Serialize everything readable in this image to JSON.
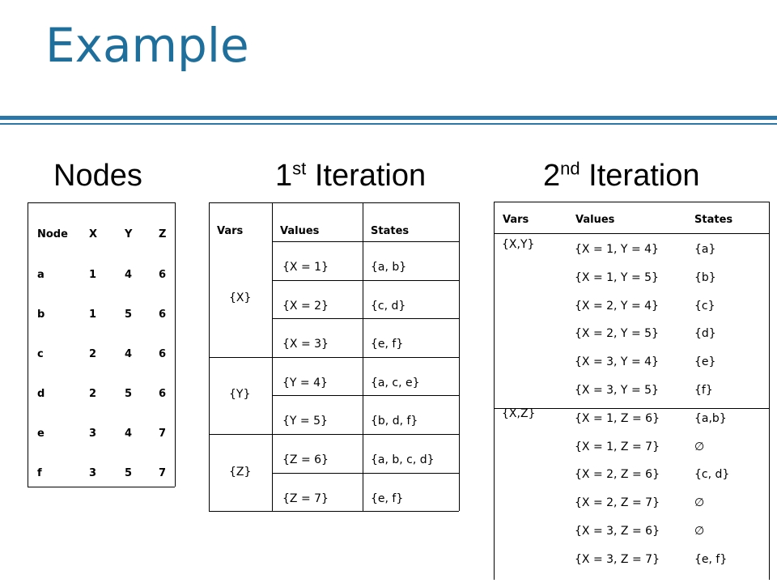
{
  "title": "Example",
  "headings": {
    "nodes": "Nodes",
    "iter1_base": "1",
    "iter1_sup": "st",
    "iter1_rest": " Iteration",
    "iter2_base": "2",
    "iter2_sup": "nd",
    "iter2_rest": " Iteration"
  },
  "nodes_table": {
    "headers": [
      "Node",
      "X",
      "Y",
      "Z"
    ],
    "rows": [
      [
        "a",
        "1",
        "4",
        "6"
      ],
      [
        "b",
        "1",
        "5",
        "6"
      ],
      [
        "c",
        "2",
        "4",
        "6"
      ],
      [
        "d",
        "2",
        "5",
        "6"
      ],
      [
        "e",
        "3",
        "4",
        "7"
      ],
      [
        "f",
        "3",
        "5",
        "7"
      ]
    ]
  },
  "iter1_table": {
    "headers": [
      "Vars",
      "Values",
      "States"
    ],
    "groups": [
      {
        "vars": "{X}",
        "rows": [
          [
            "{X = 1}",
            "{a, b}"
          ],
          [
            "{X = 2}",
            "{c, d}"
          ],
          [
            "{X = 3}",
            "{e, f}"
          ]
        ]
      },
      {
        "vars": "{Y}",
        "rows": [
          [
            "{Y = 4}",
            "{a, c, e}"
          ],
          [
            "{Y = 5}",
            "{b, d, f}"
          ]
        ]
      },
      {
        "vars": "{Z}",
        "rows": [
          [
            "{Z = 6}",
            "{a, b, c, d}"
          ],
          [
            "{Z = 7}",
            "{e, f}"
          ]
        ]
      }
    ]
  },
  "iter2_table": {
    "headers": [
      "Vars",
      "Values",
      "States"
    ],
    "groups": [
      {
        "vars": "{X,Y}",
        "rows": [
          [
            "{X = 1, Y = 4}",
            "{a}"
          ],
          [
            "{X = 1, Y = 5}",
            "{b}"
          ],
          [
            "{X = 2, Y = 4}",
            "{c}"
          ],
          [
            "{X = 2, Y = 5}",
            "{d}"
          ],
          [
            "{X = 3, Y = 4}",
            "{e}"
          ],
          [
            "{X = 3, Y = 5}",
            "{f}"
          ]
        ]
      },
      {
        "vars": "{X,Z}",
        "rows": [
          [
            "{X = 1, Z = 6}",
            "{a,b}"
          ],
          [
            "{X = 1, Z = 7}",
            "∅"
          ],
          [
            "{X = 2, Z = 6}",
            "{c, d}"
          ],
          [
            "{X = 2, Z = 7}",
            "∅"
          ],
          [
            "{X = 3, Z = 6}",
            "∅"
          ],
          [
            "{X = 3, Z = 7}",
            "{e, f}"
          ]
        ]
      }
    ]
  }
}
